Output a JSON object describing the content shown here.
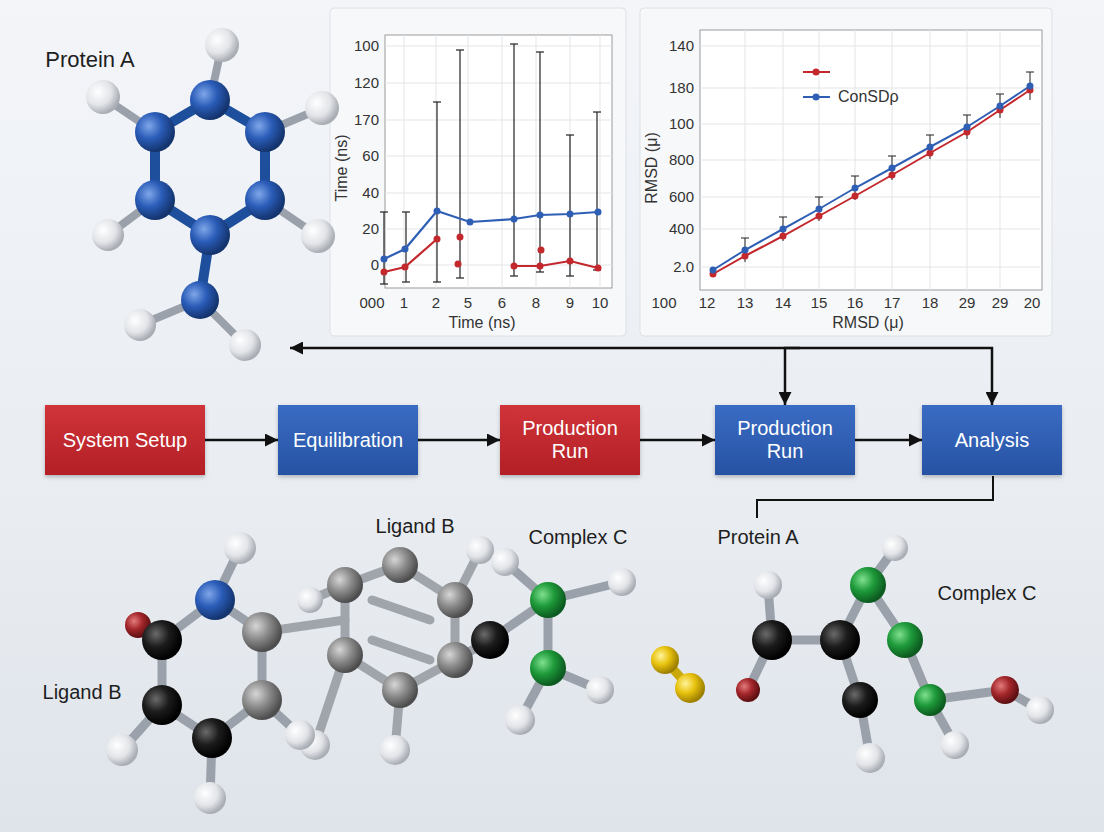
{
  "diagram": {
    "nodes": [
      {
        "text": [
          "System Setup"
        ]
      },
      {
        "text": [
          "Equilibration"
        ]
      },
      {
        "text": [
          "Production Run"
        ]
      },
      {
        "text": [
          "Production Run"
        ]
      },
      {
        "text": [
          "Analysis"
        ]
      }
    ],
    "edges": [
      {
        "from": 0,
        "to": 1,
        "arrow": "to"
      },
      {
        "from": 1,
        "to": 2,
        "arrow": "to"
      },
      {
        "from": 2,
        "to": 3,
        "arrow": "to"
      },
      {
        "from": 3,
        "to": 4,
        "arrow": "to"
      },
      {
        "from": 3,
        "to": 4,
        "arrow": "both"
      }
    ],
    "labels": [
      "Protein A",
      "100",
      "120",
      "170",
      "60",
      "40",
      "20",
      "0",
      "000",
      "1",
      "2",
      "5",
      "6",
      "8",
      "9",
      "10",
      "Time (ns)",
      "Time (ns)",
      "140",
      "180",
      "100",
      "800",
      "600",
      "400",
      "2.0",
      "RMSD (μ)",
      "100",
      "12",
      "13",
      "14",
      "15",
      "16",
      "17",
      "18",
      "29",
      "29",
      "20",
      "RMSD (μ)",
      "Ligand B",
      "Complex C",
      "Protein A",
      "Complex C",
      "Ligand B"
    ],
    "legend": [
      {
        "text": "ConSDρ"
      }
    ]
  }
}
